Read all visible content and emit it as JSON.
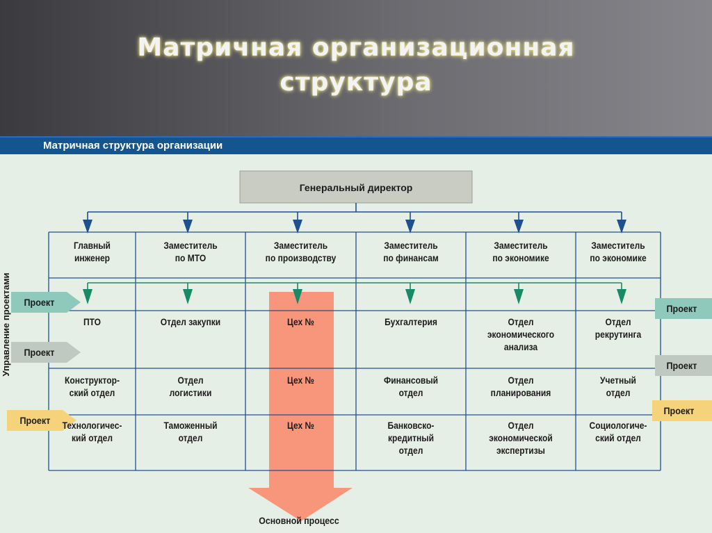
{
  "slide": {
    "title_line1": "Матричная организационная",
    "title_line2": "структура"
  },
  "figure": {
    "title": "Матричная структура организации",
    "general_director": "Генеральный директор",
    "side_label": "Управление проектами",
    "main_process": "Основной процесс",
    "columns": [
      {
        "header": [
          "Главный",
          "инженер"
        ],
        "cells": [
          [
            "ПТО"
          ],
          [],
          [
            "Конструктор-",
            "ский отдел"
          ],
          [
            "Технологичес-",
            "кий отдел"
          ]
        ]
      },
      {
        "header": [
          "Заместитель",
          "по МТО"
        ],
        "cells": [
          [
            "Отдел закупки"
          ],
          [],
          [
            "Отдел",
            "логистики"
          ],
          [
            "Таможенный",
            "отдел"
          ]
        ]
      },
      {
        "header": [
          "Заместитель",
          "по производству"
        ],
        "cells": [
          [
            "Цех №"
          ],
          [],
          [
            "Цех №"
          ],
          [
            "Цех №"
          ]
        ]
      },
      {
        "header": [
          "Заместитель",
          "по финансам"
        ],
        "cells": [
          [
            "Бухгалтерия"
          ],
          [],
          [
            "Финансовый",
            "отдел"
          ],
          [
            "Банковско-",
            "кредитный",
            "отдел"
          ]
        ]
      },
      {
        "header": [
          "Заместитель",
          "по экономике"
        ],
        "cells": [
          [
            "Отдел",
            "экономического",
            "анализа"
          ],
          [],
          [
            "Отдел",
            "планирования"
          ],
          [
            "Отдел",
            "экономической",
            "экспертизы"
          ]
        ]
      },
      {
        "header": [
          "Заместитель",
          "по экономике"
        ],
        "cells": [
          [
            "Отдел",
            "рекрутинга"
          ],
          [],
          [
            "Учетный",
            "отдел"
          ],
          [
            "Социологиче-",
            "ский отдел"
          ]
        ]
      }
    ],
    "projects": [
      {
        "label": "Проект",
        "side": "left",
        "color": "#8fc9bc"
      },
      {
        "label": "Проект",
        "side": "left",
        "color": "#bfc9c1"
      },
      {
        "label": "Проект",
        "side": "left",
        "color": "#f4d37a"
      },
      {
        "label": "Проект",
        "side": "right",
        "color": "#8fc9bc"
      },
      {
        "label": "Проект",
        "side": "right",
        "color": "#bfc9c1"
      },
      {
        "label": "Проект",
        "side": "right",
        "color": "#f4d37a"
      }
    ],
    "colors": {
      "background": "#e6efe6",
      "band": "#14548f",
      "grid_line": "#1f4f8f",
      "blue_arrow": "#1f4f8f",
      "green_arrow": "#1a8a66",
      "director_box": "#c9ccc2",
      "main_process_arrow": "#f7967a"
    }
  }
}
